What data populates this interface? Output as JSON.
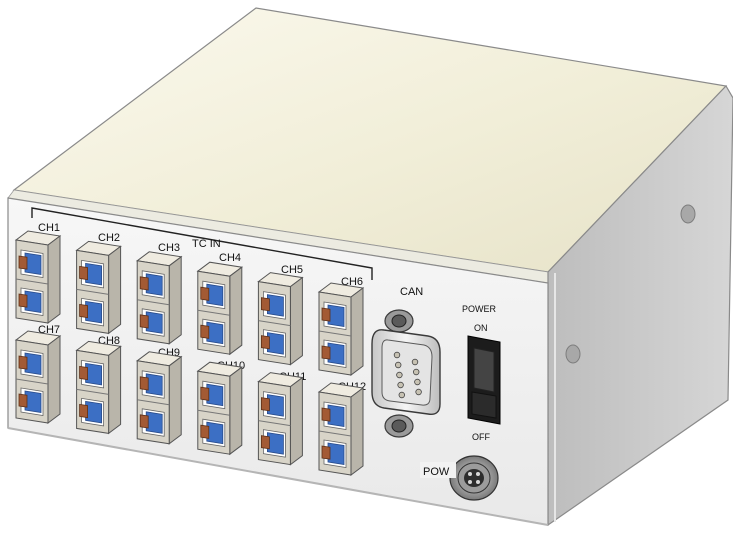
{
  "device": {
    "input_group_label": "TC IN",
    "channels_top": [
      "CH1",
      "CH2",
      "CH3",
      "CH4",
      "CH5",
      "CH6"
    ],
    "channels_bottom": [
      "CH7",
      "CH8",
      "CH9",
      "CH10",
      "CH11",
      "CH12"
    ],
    "can_label": "CAN",
    "power_switch": {
      "title": "POWER",
      "on_label": "ON",
      "off_label": "OFF"
    },
    "power_connector_label": "POW"
  },
  "colors": {
    "top_surface": "#f4f1de",
    "front_panel": "#f2f2f2",
    "side_panel": "#c9c9c9",
    "connector_body": "#d8d4c8",
    "socket_blue": "#3c6fc4",
    "contact_copper": "#a35a34",
    "switch_black": "#1c1c1c"
  }
}
